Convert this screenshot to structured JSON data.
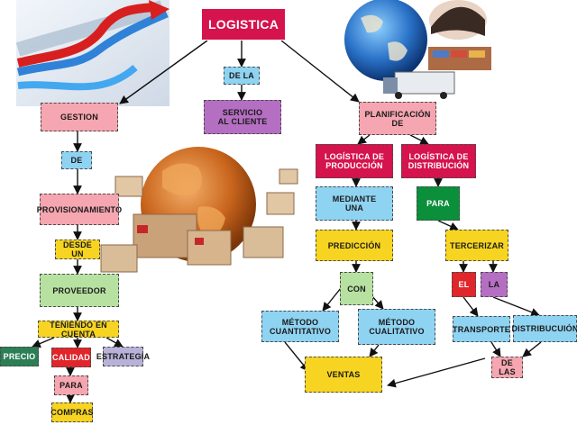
{
  "nodes": {
    "logistica": "LOGISTICA",
    "de_la": "DE LA",
    "servicio": "SERVICIO\nAL CLIENTE",
    "gestion": "GESTION",
    "de": "DE",
    "provisionamiento": "PROVISIONAMIENTO",
    "desde_un": "DESDE UN",
    "proveedor": "PROVEEDOR",
    "teniendo": "TENIENDO EN CUENTA",
    "precio": "PRECIO",
    "calidad": "CALIDAD",
    "estrategia": "ESTRATEGIA",
    "para_left": "PARA",
    "compras": "COMPRAS",
    "planificacion": "PLANIFICACIÓN\nDE",
    "log_produccion": "LOGÍSTICA DE\nPRODUCCIÓN",
    "log_distribucion": "LOGÍSTICA DE\nDISTRIBUCIÓN",
    "mediante": "MEDIANTE\nUNA",
    "para_right": "PARA",
    "prediccion": "PREDICCIÓN",
    "tercerizar": "TERCERIZAR",
    "con": "CON",
    "el": "EL",
    "la": "LA",
    "metodo_cuant": "MÉTODO\nCUANTITATIVO",
    "metodo_cual": "MÉTODO\nCUALITATIVO",
    "transporte": "TRANSPORTE",
    "distribucion": "DISTRIBUCUIÓN",
    "de_las": "DE LAS",
    "ventas": "VENTAS"
  },
  "close_icon": "✕"
}
